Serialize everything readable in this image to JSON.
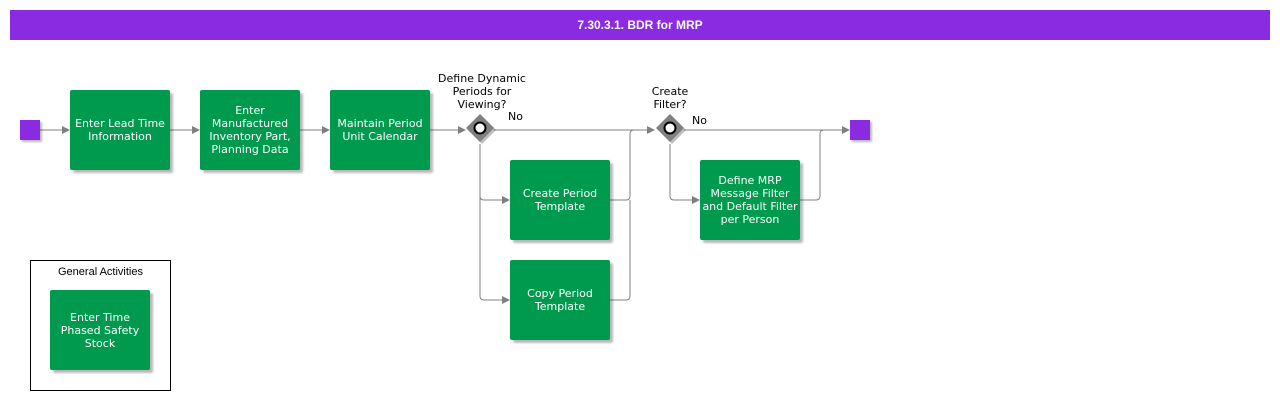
{
  "title": "7.30.3.1. BDR for MRP",
  "tasks": {
    "lead_time": "Enter Lead Time Information",
    "manufactured": "Enter Manufactured Inventory Part, Planning Data",
    "period_calendar": "Maintain Period Unit Calendar",
    "create_template": "Create Period Template",
    "copy_template": "Copy Period Template",
    "mrp_filter": "Define MRP Message Filter and Default Filter per Person"
  },
  "gateways": {
    "dynamic_periods": "Define Dynamic Periods for Viewing?",
    "create_filter": "Create Filter?"
  },
  "flow_labels": {
    "no_1": "No",
    "no_2": "No"
  },
  "legend": {
    "title": "General Activities",
    "task": "Enter Time Phased Safety Stock"
  },
  "colors": {
    "header": "#8a2be2",
    "task": "#009a4e",
    "event": "#8a2be2",
    "gateway": "#808080",
    "connector": "#808080"
  }
}
